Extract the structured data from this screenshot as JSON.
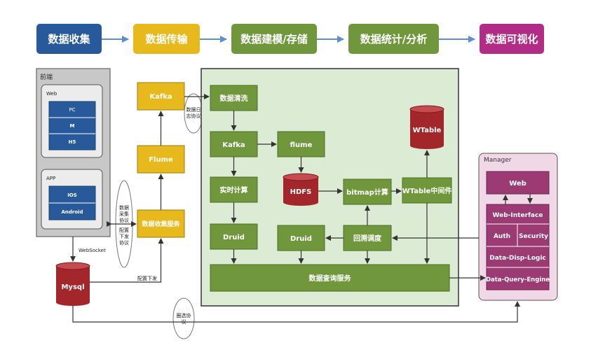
{
  "pipeline": {
    "stages": [
      "数据收集",
      "数据传输",
      "数据建模/存储",
      "数据统计/分析",
      "数据可视化"
    ],
    "colors": [
      "#285a9b",
      "#e8b91c",
      "#71973d",
      "#71973d",
      "#b12c86"
    ]
  },
  "frontend": {
    "title": "前端",
    "web": {
      "title": "Web",
      "items": [
        "PC",
        "M",
        "H5"
      ]
    },
    "app": {
      "title": "APP",
      "items": [
        "IOS",
        "Android"
      ]
    }
  },
  "transport": {
    "kafka": "Kafka",
    "flume": "Flume",
    "collector": "数据收集服务",
    "log_protocol": "数据日志协议",
    "collect_protocol": "数据采集协议",
    "config_protocol": "配置下发协议",
    "websocket": "WebSocket",
    "config_push": "配置下发",
    "filter_protocol": "圈选协议"
  },
  "storage": {
    "mysql": "Mysql",
    "wtable": "WTable",
    "hdfs": "HDFS"
  },
  "compute": {
    "cleaning": "数据清洗",
    "kafka": "Kafka",
    "flume": "flume",
    "realtime": "实时计算",
    "druid_left": "Druid",
    "druid_mid": "Druid",
    "bitmap": "bitmap计算",
    "wtable_mid": "WTable中间件",
    "backtrack": "回溯调度",
    "query": "数据查询服务"
  },
  "manager": {
    "title": "Manager",
    "web": "Web",
    "web_interface": "Web-Interface",
    "auth": "Auth",
    "security": "Security",
    "disp_logic": "Data-Disp-Logic",
    "query_engine": "Data-Query-Engine"
  }
}
